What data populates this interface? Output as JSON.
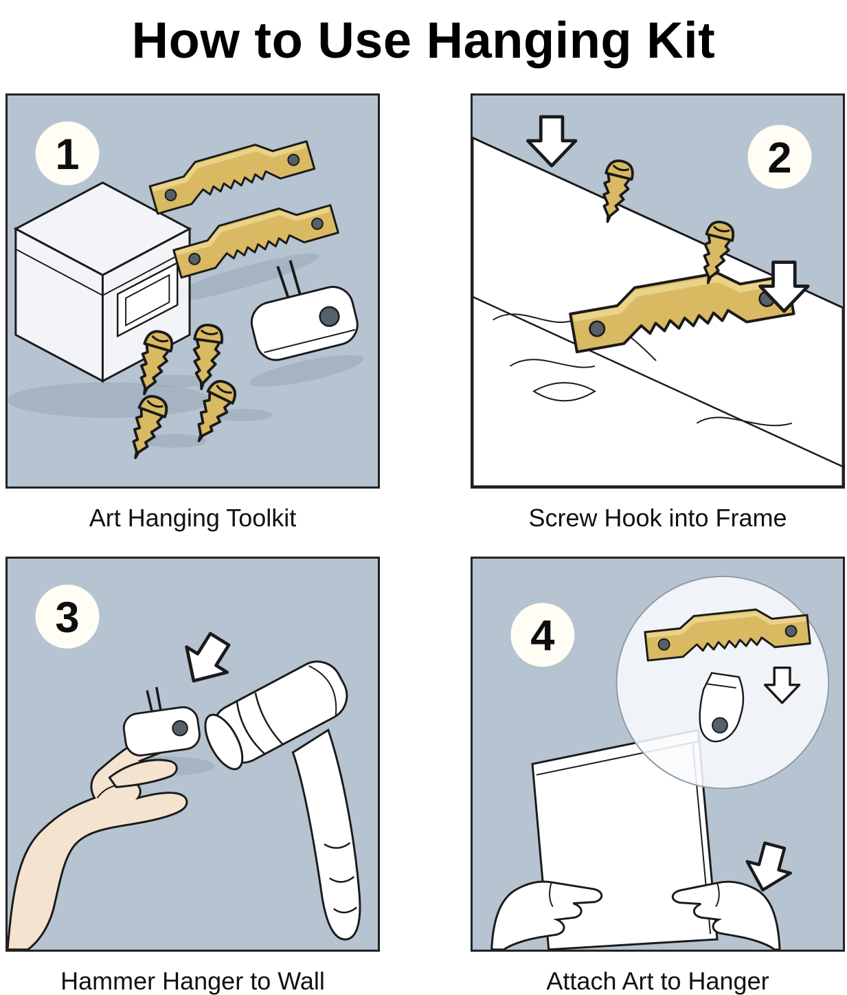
{
  "title": "How to Use Hanging Kit",
  "panels": [
    {
      "number": "1",
      "caption": "Art Hanging Toolkit"
    },
    {
      "number": "2",
      "caption": "Screw Hook into Frame"
    },
    {
      "number": "3",
      "caption": "Hammer Hanger to Wall"
    },
    {
      "number": "4",
      "caption": "Attach Art to Hanger"
    }
  ],
  "icons": {
    "block_arrow": "⇩",
    "sawtooth_hanger": "serrated brass picture hanger strip with two holes",
    "screw": "brass pan-head screw",
    "wall_hanger": "white wall hanger with pins",
    "hook": "white hook with eyelet"
  },
  "colors": {
    "panel_background": "#b6c3d0",
    "brass": "#d9ba62",
    "outline": "#1a1a1a",
    "skin": "#f4e3cf",
    "shadow": "#93a3b3"
  }
}
